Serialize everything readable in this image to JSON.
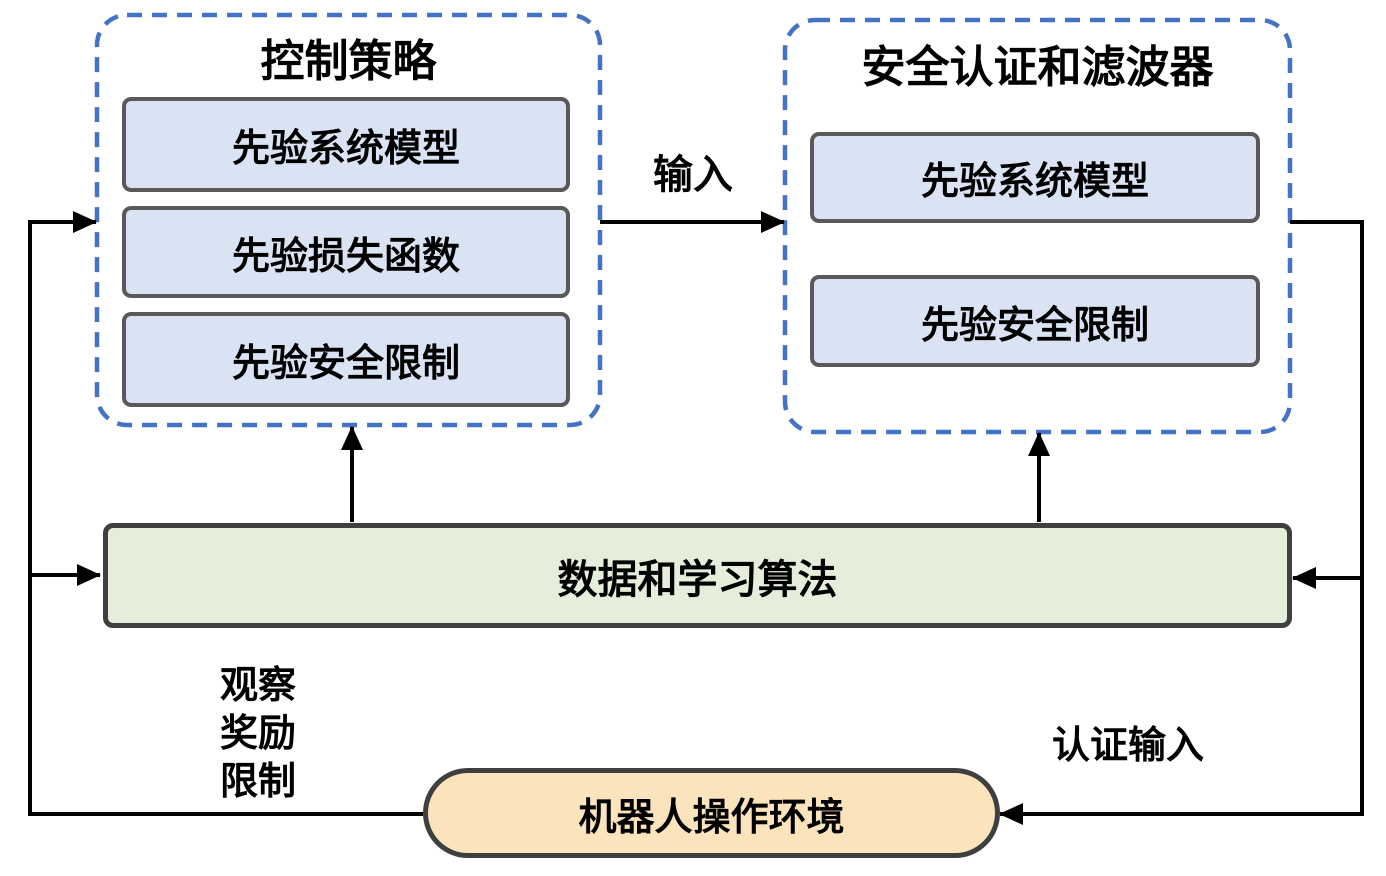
{
  "diagram": {
    "control_policy": {
      "title": "控制策略",
      "items": [
        "先验系统模型",
        "先验损失函数",
        "先验安全限制"
      ]
    },
    "safety_filter": {
      "title": "安全认证和滤波器",
      "items": [
        "先验系统模型",
        "先验安全限制"
      ]
    },
    "data_learning": {
      "label": "数据和学习算法"
    },
    "environment": {
      "label": "机器人操作环境"
    },
    "edge_labels": {
      "input": "输入",
      "certified_input": "认证输入",
      "feedback_lines": [
        "观察",
        "奖励",
        "限制"
      ]
    },
    "colors": {
      "dashed_border": "#4472c4",
      "inner_box_fill": "#dae3f3",
      "inner_box_border": "#595959",
      "green_fill": "#e4eedb",
      "orange_fill": "#fbe3bc",
      "dark_border": "#3f3f3f",
      "arrow": "#000000",
      "background": "#ffffff"
    }
  }
}
